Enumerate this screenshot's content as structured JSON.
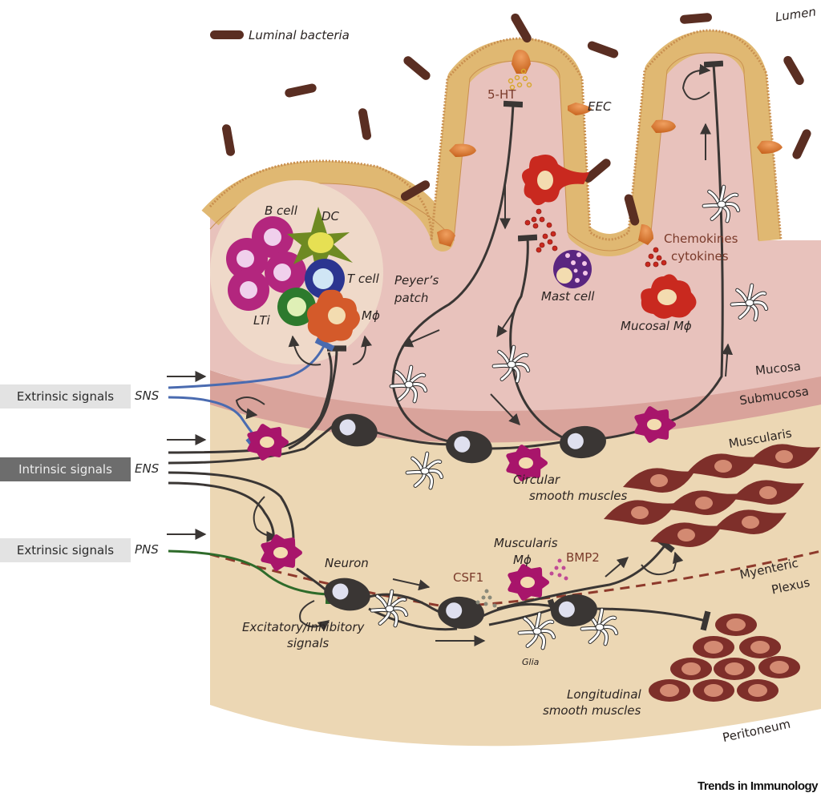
{
  "figure": {
    "journal": "Trends in Immunology",
    "legend": {
      "bacteria_label": "Luminal bacteria"
    },
    "side_signals": [
      {
        "label": "Extrinsic signals",
        "tag": "SNS",
        "style": "light",
        "fiber_color": "#4a6bb0"
      },
      {
        "label": "Intrinsic signals",
        "tag": "ENS",
        "style": "dark",
        "fiber_color": "#3a3634"
      },
      {
        "label": "Extrinsic signals",
        "tag": "PNS",
        "style": "light",
        "fiber_color": "#2e6b2a"
      }
    ],
    "layers": {
      "lumen": "Lumen",
      "mucosa": "Mucosa",
      "submucosa": "Submucosa",
      "muscularis": "Muscularis",
      "myenteric": [
        "Myenteric",
        "Plexus"
      ],
      "peritoneum": "Peritoneum"
    },
    "cells": {
      "b_cell": "B cell",
      "dc": "DC",
      "t_cell": "T cell",
      "lti": "LTi",
      "peyers_mphi": "Mϕ",
      "peyers_patch": [
        "Peyer’s",
        "patch"
      ],
      "eec": "EEC",
      "five_ht": "5-HT",
      "mast_cell": "Mast cell",
      "mucosal_mphi": "Mucosal Mϕ",
      "chemokines": [
        "Chemokines",
        "cytokines"
      ],
      "circular_muscles": [
        "Circular",
        "smooth muscles"
      ],
      "neuron": "Neuron",
      "exc_inh": [
        "Excitatory/Inhibitory",
        "signals"
      ],
      "csf1": "CSF1",
      "muscularis_mphi": [
        "Muscularis",
        "Mϕ"
      ],
      "bmp2": "BMP2",
      "glia": "Glia",
      "longitudinal_muscles": [
        "Longitudinal",
        "smooth muscles"
      ]
    },
    "colors": {
      "mucosa": "#e8c2bc",
      "submucosa": "#d9a39b",
      "muscularis": "#ecd7b4",
      "epithelium": "#e0b872",
      "epithelium_border": "#c98f4f",
      "bacteria": "#5a2e22",
      "peyers_patch": "#efd9c9",
      "b_cell": "#b3267e",
      "dc": "#6e8a22",
      "t_cell": "#2b3590",
      "lti": "#2d7a2d",
      "peyers_mphi": "#d45a2a",
      "mucosal_mphi": "#c9291f",
      "mast_cell": "#5a2680",
      "muscularis_mphi": "#a8156b",
      "neuron": "#3a3634",
      "smooth_muscle": "#7e2f2a",
      "smooth_muscle_nucleus": "#d38a72",
      "eec": "#d9732c"
    }
  }
}
